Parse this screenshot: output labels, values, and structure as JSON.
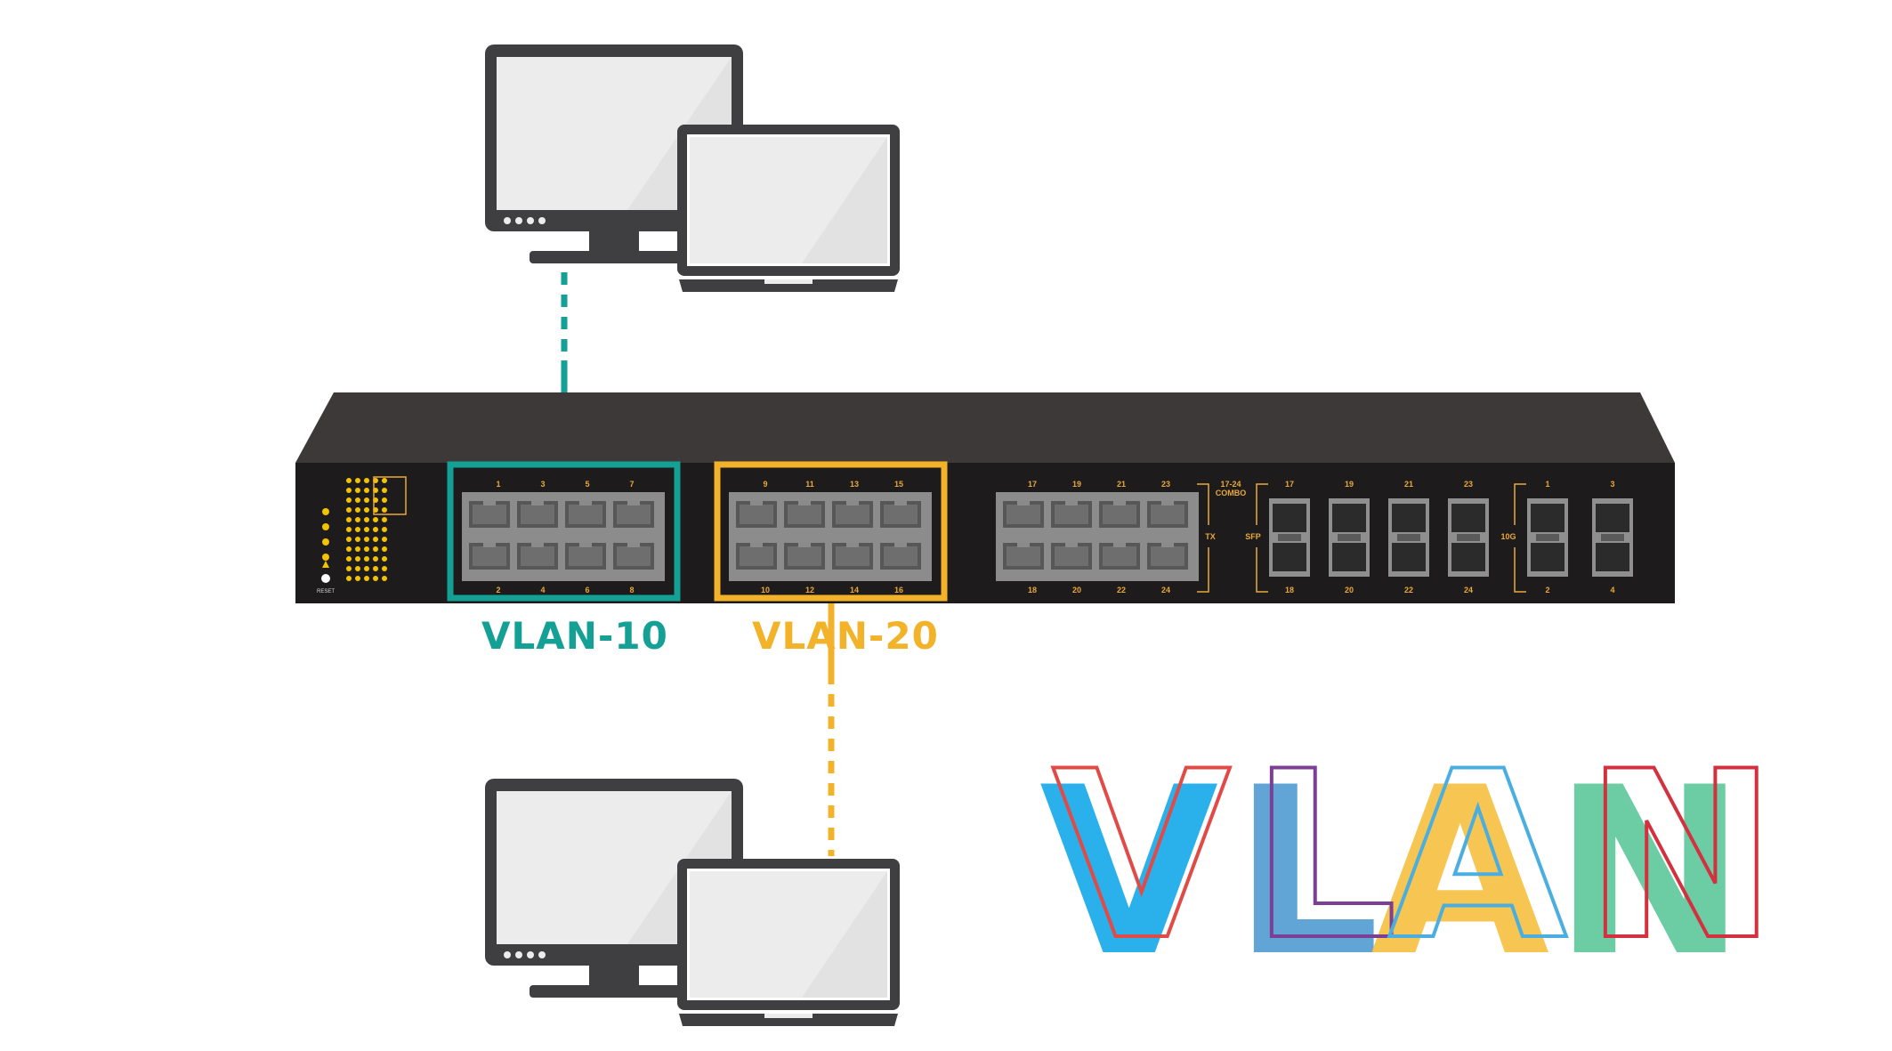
{
  "colors": {
    "vlan10": "#14a094",
    "vlan20": "#f2b32b",
    "switch_body": "#1d1b1b",
    "switch_top": "#3d3939",
    "port_text": "#e9a93a",
    "computer": "#3f3f41",
    "screen": "#ececec",
    "logo_v": "#2ab0ea",
    "logo_l": "#4f9bd1",
    "logo_a": "#f6bf3f",
    "logo_n": "#5cc69a",
    "logo_outline_red": "#e04b47",
    "logo_outline_purple": "#7b3f95",
    "logo_outline_blue": "#4aaee0",
    "logo_outline_crimson": "#d3313f"
  },
  "labels": {
    "vlan10": "VLAN-10",
    "vlan20": "VLAN-20",
    "logo_letters": [
      "V",
      "L",
      "A",
      "N"
    ]
  },
  "switch": {
    "group1_top": [
      "1",
      "3",
      "5",
      "7"
    ],
    "group1_bottom": [
      "2",
      "4",
      "6",
      "8"
    ],
    "group2_top": [
      "9",
      "11",
      "13",
      "15"
    ],
    "group2_bottom": [
      "10",
      "12",
      "14",
      "16"
    ],
    "group3_top": [
      "17",
      "19",
      "21",
      "23"
    ],
    "group3_bottom": [
      "18",
      "20",
      "22",
      "24"
    ],
    "combo_label": "17-24",
    "combo_label2": "COMBO",
    "tx_label": "TX",
    "sfp_label": "SFP",
    "sfp_top": [
      "17",
      "19",
      "21",
      "23"
    ],
    "sfp_bottom": [
      "18",
      "20",
      "22",
      "24"
    ],
    "tenG_label": "10G",
    "tenG_top": [
      "1",
      "3"
    ],
    "tenG_bottom": [
      "2",
      "4"
    ],
    "reset_label": "RESET"
  }
}
